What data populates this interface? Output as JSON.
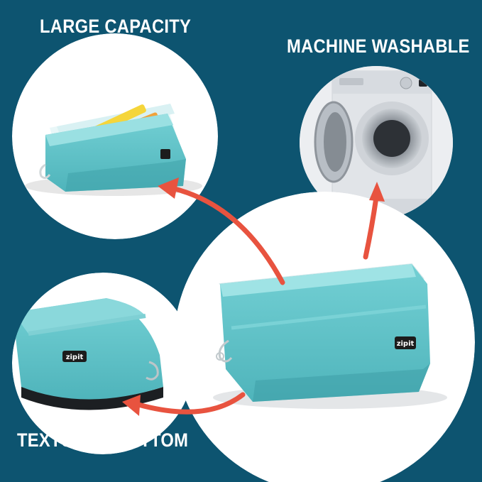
{
  "labels": {
    "large_capacity": "LARGE CAPACITY",
    "machine_washable": "MACHINE WASHABLE",
    "textured_bottom": "TEXTURED BOTTOM"
  },
  "brand": {
    "logo_text": "zipit"
  },
  "colors": {
    "background": "#0d5470",
    "case_teal": "#5ec3c9",
    "arrow_red": "#e8533f",
    "text_white": "#ffffff"
  },
  "icons": [
    "arrow-icon"
  ]
}
